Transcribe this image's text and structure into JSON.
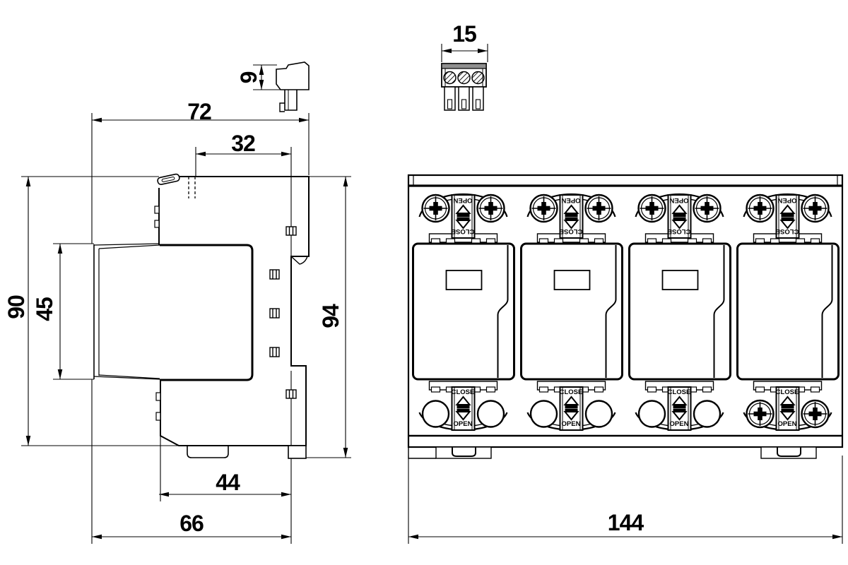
{
  "drawing": {
    "kind": "dimensional technical drawing",
    "line_color": "#000000",
    "background_color": "#ffffff",
    "views": [
      "side view",
      "din clip detail",
      "terminal plug detail",
      "front view"
    ]
  },
  "views": {
    "side_view": {
      "dimensions": {
        "total_width": "72",
        "top_offset": "32",
        "height": "90",
        "module_height": "45",
        "height_with_feet": "94",
        "base_depth": "44",
        "base_width": "66"
      }
    },
    "clip_detail": {
      "dimensions": {
        "height": "9"
      }
    },
    "terminal_plug": {
      "dimensions": {
        "width": "15"
      },
      "pole_count": 3
    },
    "front_view": {
      "dimensions": {
        "total_width": "144"
      },
      "module_count": 4,
      "latch_top": {
        "upper_label": "OPEN",
        "lower_label": "CLOSE"
      },
      "latch_bottom": {
        "upper_label": "CLOSE",
        "lower_label": "OPEN"
      }
    }
  }
}
